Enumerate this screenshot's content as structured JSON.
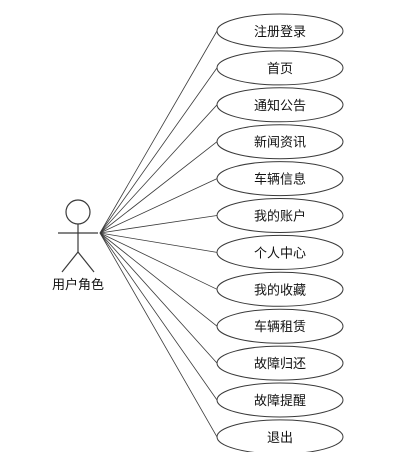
{
  "actor": {
    "label": "用户角色"
  },
  "use_cases": [
    {
      "label": "注册登录"
    },
    {
      "label": "首页"
    },
    {
      "label": "通知公告"
    },
    {
      "label": "新闻资讯"
    },
    {
      "label": "车辆信息"
    },
    {
      "label": "我的账户"
    },
    {
      "label": "个人中心"
    },
    {
      "label": "我的收藏"
    },
    {
      "label": "车辆租赁"
    },
    {
      "label": "故障归还"
    },
    {
      "label": "故障提醒"
    },
    {
      "label": "退出"
    }
  ]
}
